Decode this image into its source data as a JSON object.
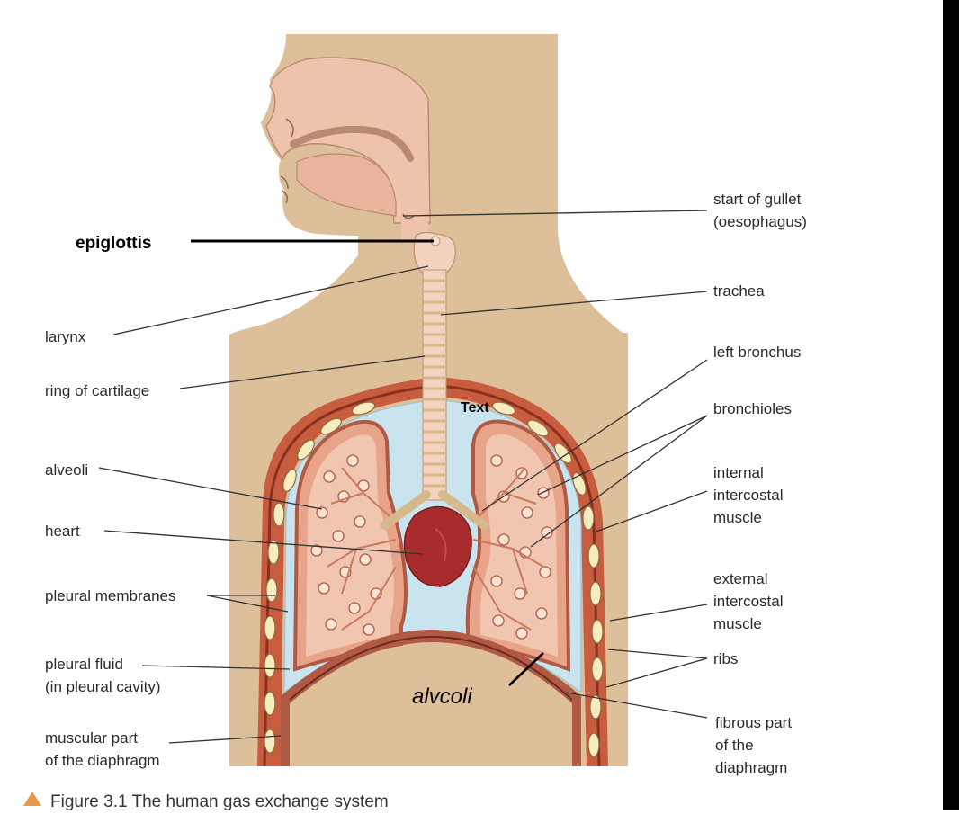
{
  "figure": {
    "caption": "Figure 3.1 The human gas exchange system",
    "caption_marker_color": "#e39a4a",
    "colors": {
      "skin": "#ddbf9a",
      "tissue": "#edc3ac",
      "lung": "#e7a489",
      "pleural_cavity": "#c9e4ee",
      "heart": "#a92c2c",
      "rib": "#f6ecc0",
      "diaphragm": "#b05a45"
    }
  },
  "labels_left": {
    "larynx": "larynx",
    "ring_of_cartilage": "ring of cartilage",
    "alveoli": "alveoli",
    "heart": "heart",
    "pleural_membranes": "pleural membranes",
    "pleural_fluid_1": "pleural fluid",
    "pleural_fluid_2": "(in pleural cavity)",
    "muscular_diaphragm_1": "muscular part",
    "muscular_diaphragm_2": "of the diaphragm"
  },
  "labels_right": {
    "gullet_1": "start of gullet",
    "gullet_2": "(oesophagus)",
    "trachea": "trachea",
    "left_bronchus": "left bronchus",
    "bronchioles": "bronchioles",
    "internal_1": "internal",
    "internal_2": "intercostal",
    "internal_3": "muscle",
    "external_1": "external",
    "external_2": "intercostal",
    "external_3": "muscle",
    "ribs": "ribs",
    "fibrous_1": "fibrous part",
    "fibrous_2": "of the",
    "fibrous_3": "diaphragm"
  },
  "annotations": {
    "epiglottis": "epiglottis",
    "text_box": "Text",
    "handwritten_alveoli": "alvcoli"
  }
}
